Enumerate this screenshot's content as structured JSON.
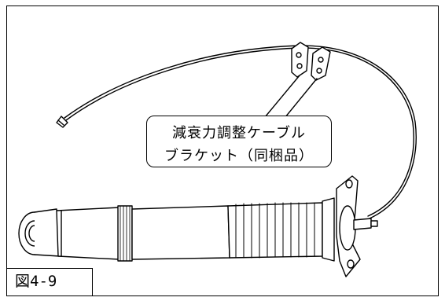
{
  "callout": {
    "line1": "減衰力調整ケーブル",
    "line2": "ブラケット（同梱品）"
  },
  "figure_label": "図4-9"
}
